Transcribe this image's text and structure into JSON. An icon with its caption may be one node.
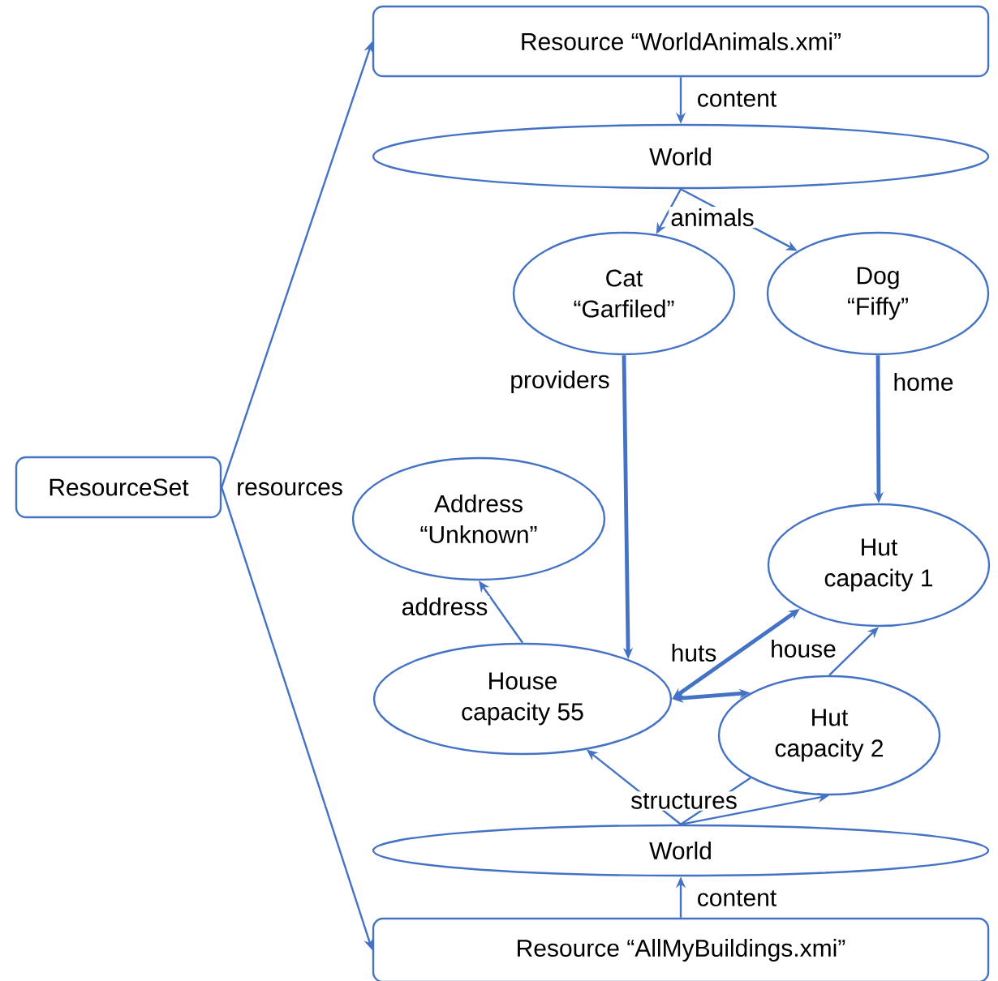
{
  "diagram": {
    "nodes": [
      {
        "text": [
          "Resource “WorldAnimals.xmi”"
        ]
      },
      {
        "text": [
          "World"
        ]
      },
      {
        "text": [
          "Cat",
          "“Garfiled”"
        ]
      },
      {
        "text": [
          "Dog",
          "“Fiffy”"
        ]
      },
      {
        "text": [
          "ResourceSet"
        ]
      },
      {
        "text": [
          "Address",
          "“Unknown”"
        ]
      },
      {
        "text": [
          "Hut",
          "capacity 1"
        ]
      },
      {
        "text": [
          "House",
          "capacity 55"
        ]
      },
      {
        "text": [
          "Hut",
          "capacity 2"
        ]
      },
      {
        "text": [
          "World"
        ]
      },
      {
        "text": [
          "Resource “AllMyBuildings.xmi”"
        ]
      }
    ],
    "edges": [
      {
        "from": 0,
        "to": 1,
        "arrow": "to",
        "label": "content"
      },
      {
        "from": 1,
        "to": 2,
        "arrow": "to",
        "label": "animals"
      },
      {
        "from": 1,
        "to": 3,
        "arrow": "to"
      },
      {
        "from": 2,
        "to": 7,
        "arrow": "to",
        "label": "providers",
        "style": "thick"
      },
      {
        "from": 3,
        "to": 6,
        "arrow": "to",
        "label": "home",
        "style": "thick"
      },
      {
        "from": 4,
        "to": 0,
        "arrow": "to",
        "label": "resources"
      },
      {
        "from": 4,
        "to": 10,
        "arrow": "to"
      },
      {
        "from": 7,
        "to": 5,
        "arrow": "to",
        "label": "address"
      },
      {
        "from": 7,
        "to": 6,
        "arrow": "both",
        "label": "huts",
        "style": "thick"
      },
      {
        "from": 7,
        "to": 8,
        "arrow": "both",
        "style": "thick"
      },
      {
        "from": 8,
        "to": 6,
        "arrow": "to",
        "label": "house"
      },
      {
        "from": 9,
        "to": 7,
        "arrow": "to",
        "label": "structures"
      },
      {
        "from": 9,
        "to": 8,
        "arrow": "none"
      },
      {
        "from": 9,
        "to": 8,
        "arrow": "to"
      },
      {
        "from": 10,
        "to": 9,
        "arrow": "to",
        "label": "content"
      }
    ]
  }
}
